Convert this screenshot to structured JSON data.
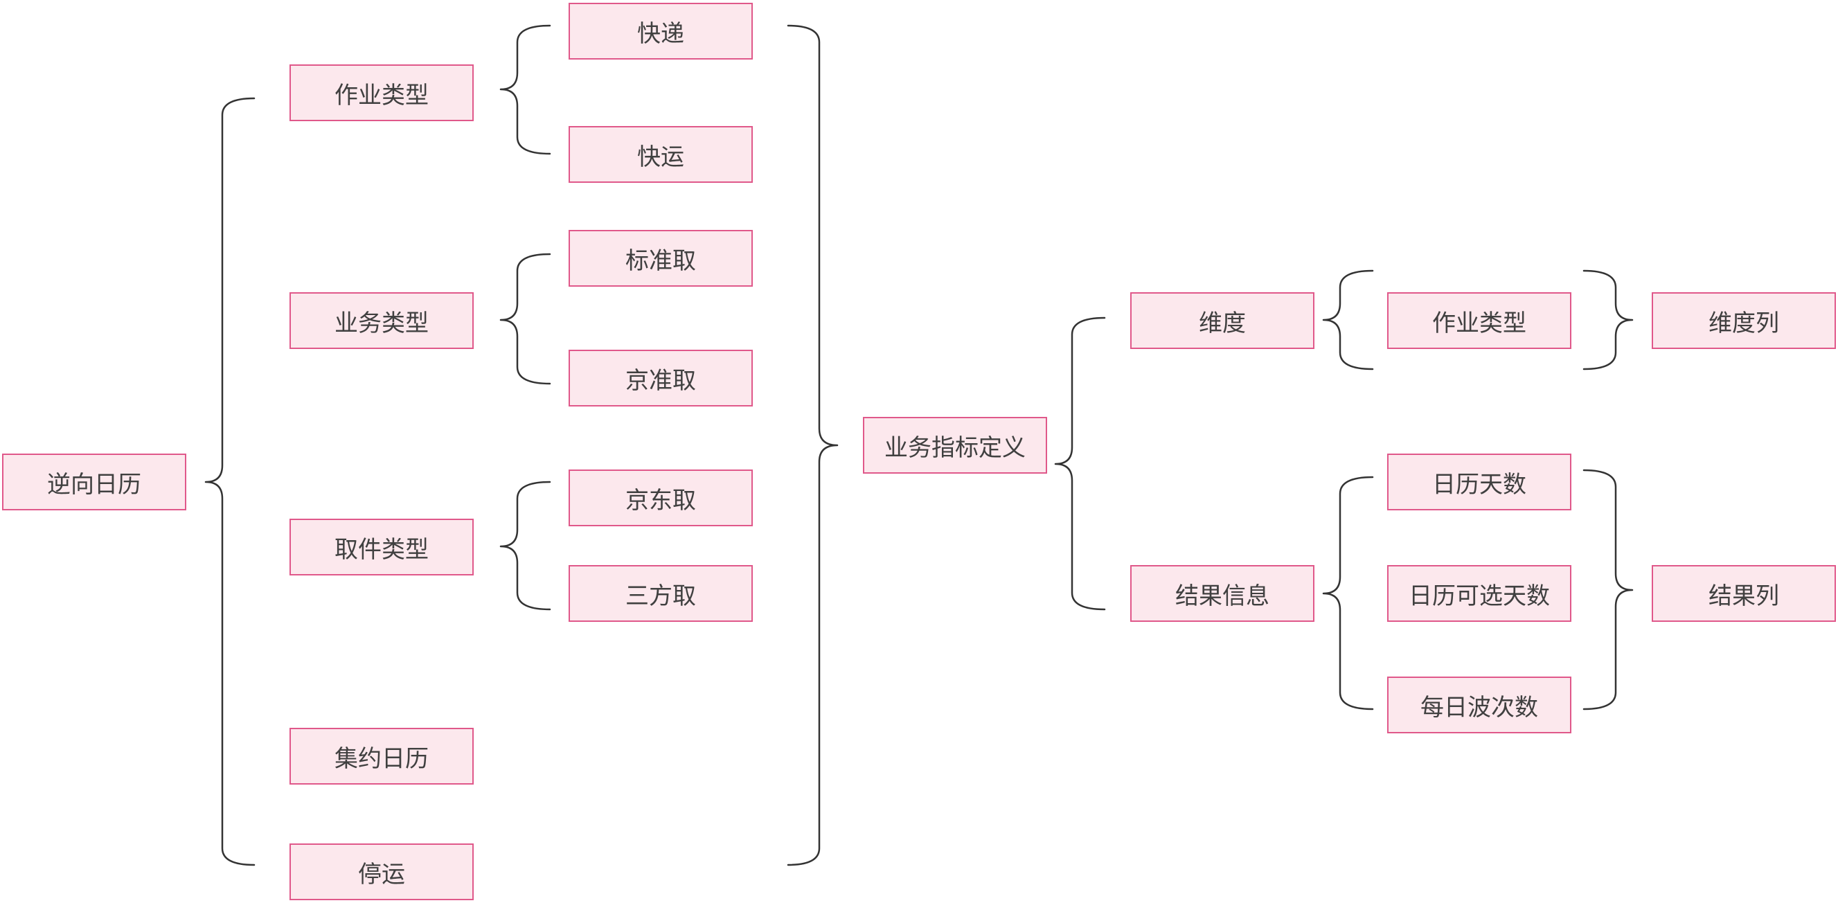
{
  "root": {
    "label": "逆向日历"
  },
  "categories": [
    {
      "label": "作业类型",
      "children": [
        "快递",
        "快运"
      ]
    },
    {
      "label": "业务类型",
      "children": [
        "标准取",
        "京准取"
      ]
    },
    {
      "label": "取件类型",
      "children": [
        "京东取",
        "三方取"
      ]
    },
    {
      "label": "集约日历",
      "children": []
    },
    {
      "label": "停运",
      "children": []
    }
  ],
  "center": {
    "label": "业务指标定义"
  },
  "branches": [
    {
      "label": "维度",
      "items": [
        "作业类型"
      ],
      "target": "维度列"
    },
    {
      "label": "结果信息",
      "items": [
        "日历天数",
        "日历可选天数",
        "每日波次数"
      ],
      "target": "结果列"
    }
  ],
  "colors": {
    "box_fill": "#fce8ed",
    "box_border": "#e0588a",
    "text": "#404040",
    "line": "#333333"
  }
}
